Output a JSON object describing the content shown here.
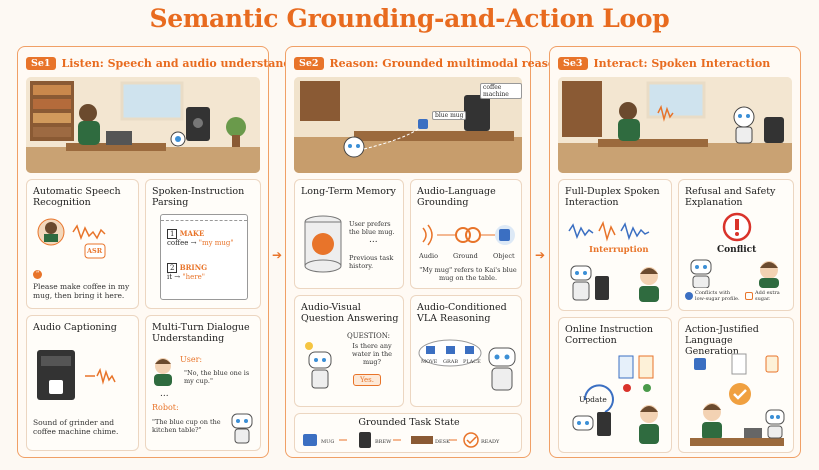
{
  "title": "Semantic Grounding-and-Action Loop",
  "colors": {
    "accent": "#e8742a",
    "title": "#e86b1f",
    "border": "#f0a066"
  },
  "panels": [
    {
      "badge": "Se1",
      "title": "Listen: Speech and audio understanding",
      "cards": {
        "asr": {
          "title": "Automatic Speech Recognition",
          "asr_label": "ASR",
          "quote": "Please make coffee in my mug, then bring it here."
        },
        "parsing": {
          "title": "Spoken-Instruction Parsing",
          "step1_num": "1",
          "step1_verb": "MAKE",
          "step1_obj": "coffee",
          "step1_target": "\"my mug\"",
          "step2_num": "2",
          "step2_verb": "BRING",
          "step2_obj": "it",
          "step2_target": "\"here\""
        },
        "captioning": {
          "title": "Audio Captioning",
          "caption": "Sound of grinder and coffee machine chime."
        },
        "dialogue": {
          "title": "Multi-Turn Dialogue Understanding",
          "user_label": "User:",
          "user_text": "\"No, the blue one is my cup.\"",
          "ellipsis": "...",
          "robot_label": "Robot:",
          "robot_text": "\"The blue cup on the kitchen table?\""
        }
      }
    },
    {
      "badge": "Se2",
      "title": "Reason: Grounded multimodal reasoning",
      "scene_tags": {
        "coffee": "coffee machine",
        "mug": "blue mug"
      },
      "cards": {
        "memory": {
          "title": "Long-Term Memory",
          "note1": "User prefers the blue mug.",
          "dots": "...",
          "note2": "Previous task history."
        },
        "grounding": {
          "title": "Audio-Language Grounding",
          "labels": [
            "Audio",
            "Ground",
            "Object"
          ],
          "caption": "\"My mug\" refers to Kai's blue mug on the table."
        },
        "avqa": {
          "title": "Audio-Visual Question Answering",
          "question_label": "QUESTION:",
          "question": "Is there any water in the mug?",
          "dots": "...",
          "answer": "Yes."
        },
        "vla": {
          "title": "Audio-Conditioned VLA Reasoning",
          "steps": [
            "MOVE",
            "GRAB",
            "PLACE"
          ]
        },
        "task": {
          "title": "Grounded Task State",
          "steps": [
            "MUG",
            "BREW",
            "DESK",
            "READY"
          ]
        }
      }
    },
    {
      "badge": "Se3",
      "title": "Interact: Spoken Interaction",
      "cards": {
        "duplex": {
          "title": "Full-Duplex Spoken Interaction",
          "interruption": "Interruption"
        },
        "refusal": {
          "title": "Refusal and Safety Explanation",
          "conflict": "Conflict",
          "note1": "Conflicts with low-sugar profile.",
          "note2": "Add extra sugar."
        },
        "correction": {
          "title": "Online Instruction Correction",
          "update": "Update"
        },
        "justified": {
          "title": "Action-Justified Language Generation"
        }
      }
    }
  ]
}
